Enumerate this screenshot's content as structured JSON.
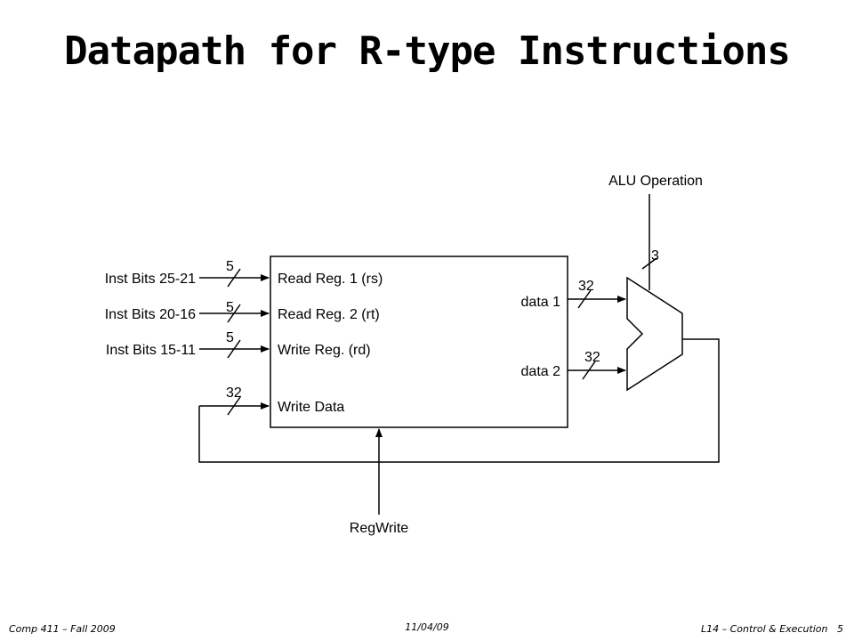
{
  "title": "Datapath for R-type Instructions",
  "diagram": {
    "inputs": [
      {
        "label": "Inst Bits 25-21",
        "width": "5",
        "port": "Read Reg. 1 (rs)"
      },
      {
        "label": "Inst Bits 20-16",
        "width": "5",
        "port": "Read Reg. 2 (rt)"
      },
      {
        "label": "Inst Bits 15-11",
        "width": "5",
        "port": "Write Reg. (rd)"
      }
    ],
    "write_data": {
      "width": "32",
      "port": "Write Data"
    },
    "outputs": [
      {
        "port": "data 1",
        "width": "32"
      },
      {
        "port": "data 2",
        "width": "32"
      }
    ],
    "alu": {
      "control_label": "ALU Operation",
      "control_width": "3"
    },
    "control": {
      "regwrite": "RegWrite"
    }
  },
  "footer": {
    "left": "Comp 411 – Fall 2009",
    "center": "11/04/09",
    "right": "L14 – Control & Execution   5"
  }
}
